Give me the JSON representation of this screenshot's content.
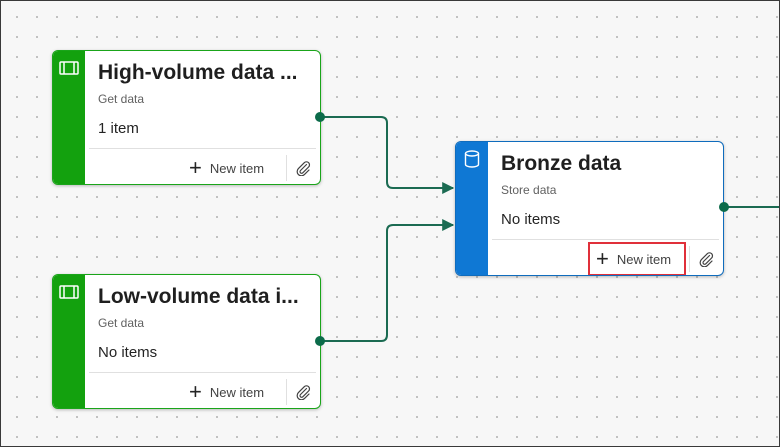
{
  "nodes": [
    {
      "title": "High-volume data ...",
      "subtitle": "Get data",
      "count": "1 item",
      "new_item_label": "New item",
      "icon": "pipeline-icon",
      "color": "#13a10e"
    },
    {
      "title": "Low-volume data i...",
      "subtitle": "Get data",
      "count": "No items",
      "new_item_label": "New item",
      "icon": "pipeline-icon",
      "color": "#13a10e"
    },
    {
      "title": "Bronze data",
      "subtitle": "Store data",
      "count": "No items",
      "new_item_label": "New item",
      "icon": "database-icon",
      "color": "#0f78d4",
      "new_item_highlighted": true
    }
  ],
  "colors": {
    "connector": "#1b6b52",
    "highlight": "#e0303a"
  }
}
